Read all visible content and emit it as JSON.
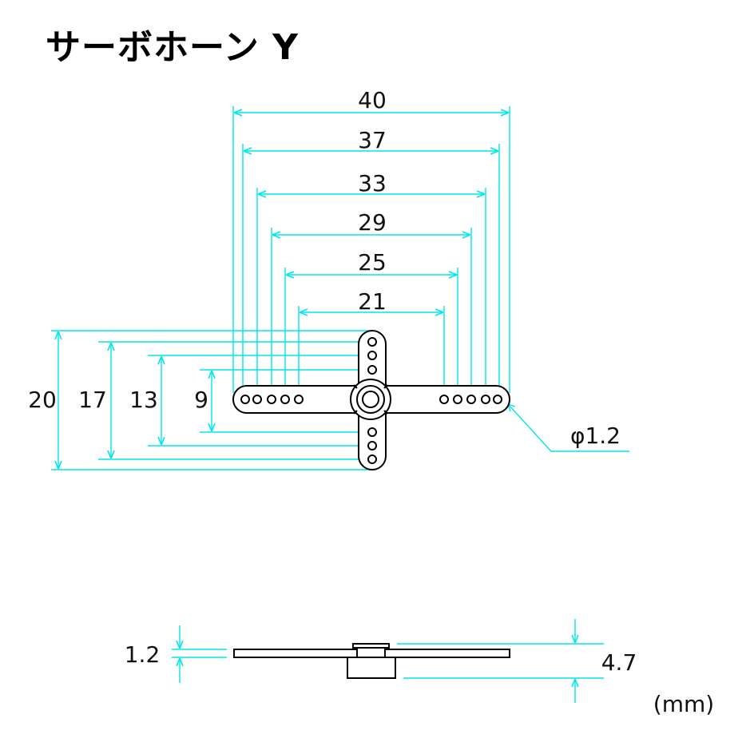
{
  "title": "サーボホーン Y",
  "horizontal_dims": [
    "40",
    "37",
    "33",
    "29",
    "25",
    "21"
  ],
  "vertical_dims": [
    "20",
    "17",
    "13",
    "9"
  ],
  "hole_label": "φ1.2",
  "thickness_label": "1.2",
  "height_label": "4.7",
  "unit": "(mm)",
  "colors": {
    "dimension": "#00e5ee",
    "outline": "#000000"
  }
}
